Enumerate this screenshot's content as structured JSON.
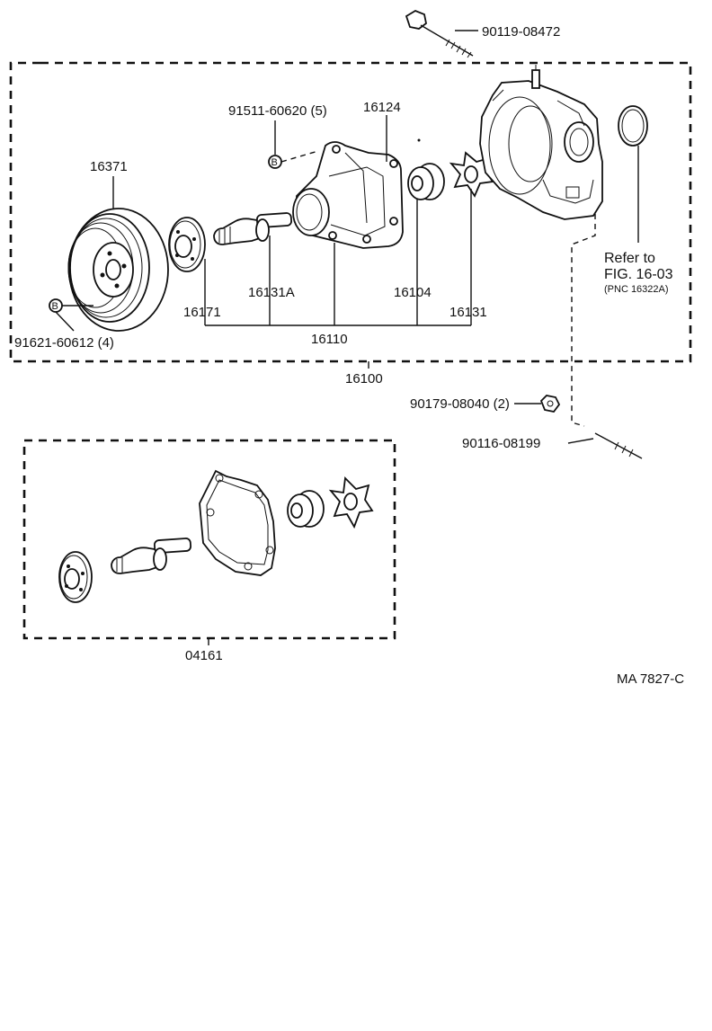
{
  "labels": {
    "bolt_top": "90119-08472",
    "screw": "91511-60620 (5)",
    "body": "16124",
    "pulley": "16371",
    "pulley_screw": "91621-60612 (4)",
    "hub": "16171",
    "shaft": "16131A",
    "seal": "16104",
    "impeller": "16131",
    "pump_sub": "16110",
    "assembly": "16100",
    "nut": "90179-08040 (2)",
    "stud": "90116-08199",
    "gasket_kit": "04161",
    "refer_line1": "Refer to",
    "refer_line2": "FIG. 16-03",
    "refer_line3": "(PNC 16322A)",
    "fig_code": "MA 7827-C",
    "b_marker": "B"
  }
}
